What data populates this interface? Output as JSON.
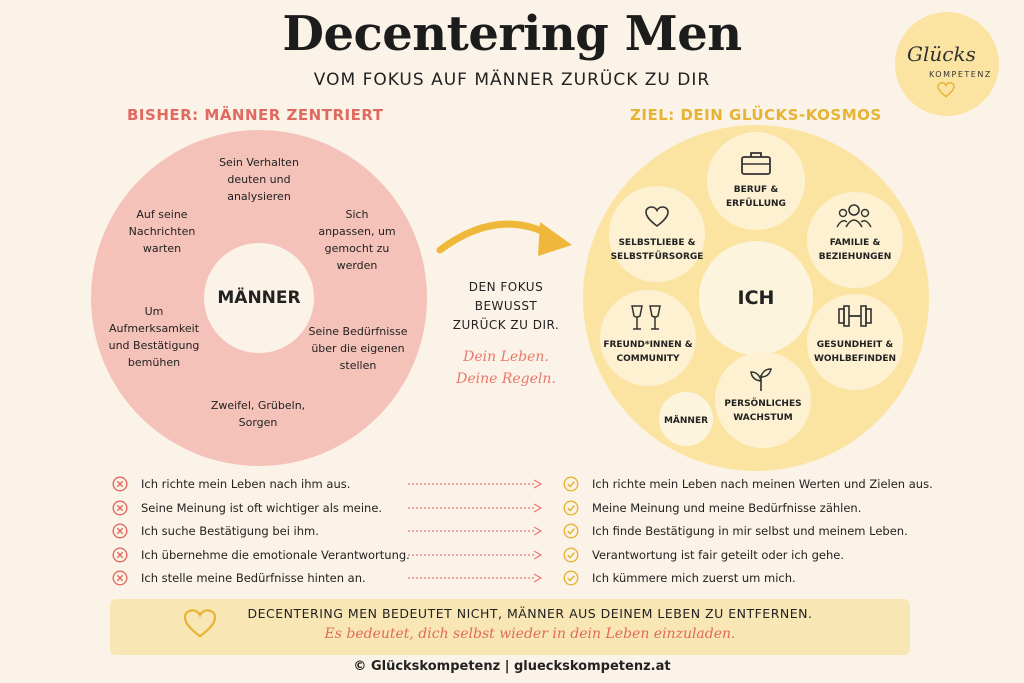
{
  "title": "Decentering Men",
  "subtitle": "VOM FOKUS AUF MÄNNER ZURÜCK ZU DIR",
  "logo": {
    "script": "Glücks",
    "sub": "KOMPETENZ"
  },
  "left": {
    "heading": "BISHER: MÄNNER ZENTRIERT",
    "center": "MÄNNER",
    "items": [
      "Sein Verhalten deuten und analysieren",
      "Sich anpassen, um gemocht zu werden",
      "Seine Bedürfnisse über die eigenen stellen",
      "Zweifel, Grübeln, Sorgen",
      "Um Aufmerksamkeit und Bestätigung bemühen",
      "Auf seine Nachrichten warten"
    ]
  },
  "middle": {
    "line1": "DEN FOKUS",
    "line2": "BEWUSST",
    "line3": "ZURÜCK ZU DIR.",
    "script1": "Dein Leben.",
    "script2": "Deine Regeln."
  },
  "right": {
    "heading": "ZIEL: DEIN GLÜCKS-KOSMOS",
    "center": "ICH",
    "items": [
      {
        "label": "BERUF & ERFÜLLUNG",
        "icon": "briefcase-icon"
      },
      {
        "label": "FAMILIE & BEZIEHUNGEN",
        "icon": "people-icon"
      },
      {
        "label": "GESUNDHEIT & WOHLBEFINDEN",
        "icon": "dumbbell-icon"
      },
      {
        "label": "PERSÖNLICHES WACHSTUM",
        "icon": "sprout-icon"
      },
      {
        "label": "FREUND*INNEN & COMMUNITY",
        "icon": "glasses-icon"
      },
      {
        "label": "SELBSTLIEBE & SELBSTFÜRSORGE",
        "icon": "heart-icon"
      }
    ],
    "small": "MÄNNER"
  },
  "comparisons": [
    {
      "before": "Ich richte mein Leben nach ihm aus.",
      "after": "Ich richte mein Leben nach meinen Werten und Zielen aus."
    },
    {
      "before": "Seine Meinung ist oft wichtiger als meine.",
      "after": "Meine Meinung und meine Bedürfnisse zählen."
    },
    {
      "before": "Ich suche Bestätigung bei ihm.",
      "after": "Ich finde Bestätigung in mir selbst und meinem Leben."
    },
    {
      "before": "Ich übernehme die emotionale Verantwortung.",
      "after": "Verantwortung ist fair geteilt oder ich gehe."
    },
    {
      "before": "Ich stelle meine Bedürfnisse hinten an.",
      "after": "Ich kümmere mich zuerst um mich."
    }
  ],
  "banner": {
    "line1": "DECENTERING MEN BEDEUTET NICHT, MÄNNER AUS DEINEM LEBEN ZU ENTFERNEN.",
    "line2": "Es bedeutet, dich selbst wieder in dein Leben einzuladen."
  },
  "footer": "© Glückskompetenz | glueckskompetenz.at",
  "colors": {
    "red": "#e06a5f",
    "pink": "#f5c2b9",
    "gold": "#e6b332",
    "yellow": "#fbe4a2",
    "cream": "#fbf3e8"
  }
}
